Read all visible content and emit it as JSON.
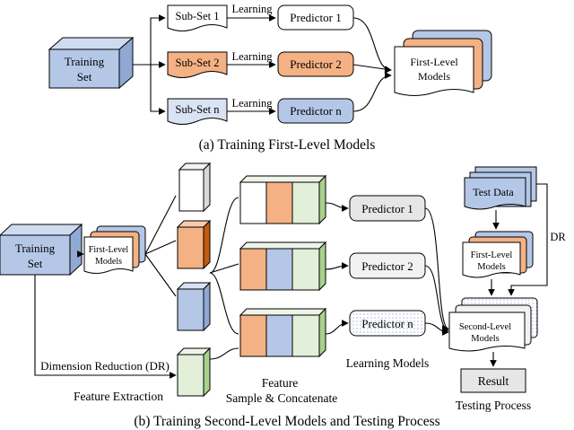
{
  "part_a": {
    "training_set": [
      "Training",
      "Set"
    ],
    "subsets": [
      "Sub-Set 1",
      "Sub-Set 2",
      "Sub-Set n"
    ],
    "learning_labels": [
      "Learning",
      "Learning",
      "Learning"
    ],
    "predictors": [
      "Predictor 1",
      "Predictor 2",
      "Predictor n"
    ],
    "first_level_models": [
      "First-Level",
      "Models"
    ],
    "caption": "(a)  Training First-Level Models"
  },
  "part_b": {
    "training_set": [
      "Training",
      "Set"
    ],
    "first_level_models": [
      "First-Level",
      "Models"
    ],
    "predictors": [
      "Predictor 1",
      "Predictor 2",
      "Predictor n"
    ],
    "dimension_reduction": "Dimension Reduction  (DR)",
    "feature_extraction": "Feature Extraction",
    "feature_concat": [
      "Feature",
      "Sample  & Concatenate"
    ],
    "learning_models": "Learning Models",
    "test_data": "Test Data",
    "dr_label": "DR",
    "testing_first_level": [
      "First-Level",
      "Models"
    ],
    "second_level_models": [
      "Second-Level",
      "Models"
    ],
    "result": "Result",
    "testing_process": "Testing Process",
    "caption": "(b)  Training Second-Level Models and Testing Process"
  },
  "colors": {
    "blue": "#b4c7e7",
    "orange": "#f4b183",
    "green": "#e2efd9",
    "light_blue": "#dae3f3",
    "gray": "#e7e6e6"
  }
}
